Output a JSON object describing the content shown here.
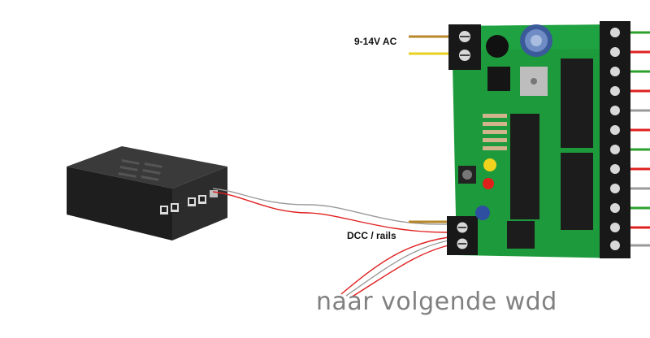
{
  "labels": {
    "power": "9-14V AC",
    "dcc": "DCC / rails",
    "next": "naar volgende wdd"
  },
  "colors": {
    "pcb": "#1d9a3c",
    "pcb_dark": "#137a2c",
    "terminal_block": "#181818",
    "wire_red": "#e02020",
    "wire_grey": "#9a9a9a",
    "wire_brass": "#b8872a",
    "wire_yellow": "#e8d020",
    "chip": "#1c1c1c",
    "command_station": "#2a2a2a"
  }
}
